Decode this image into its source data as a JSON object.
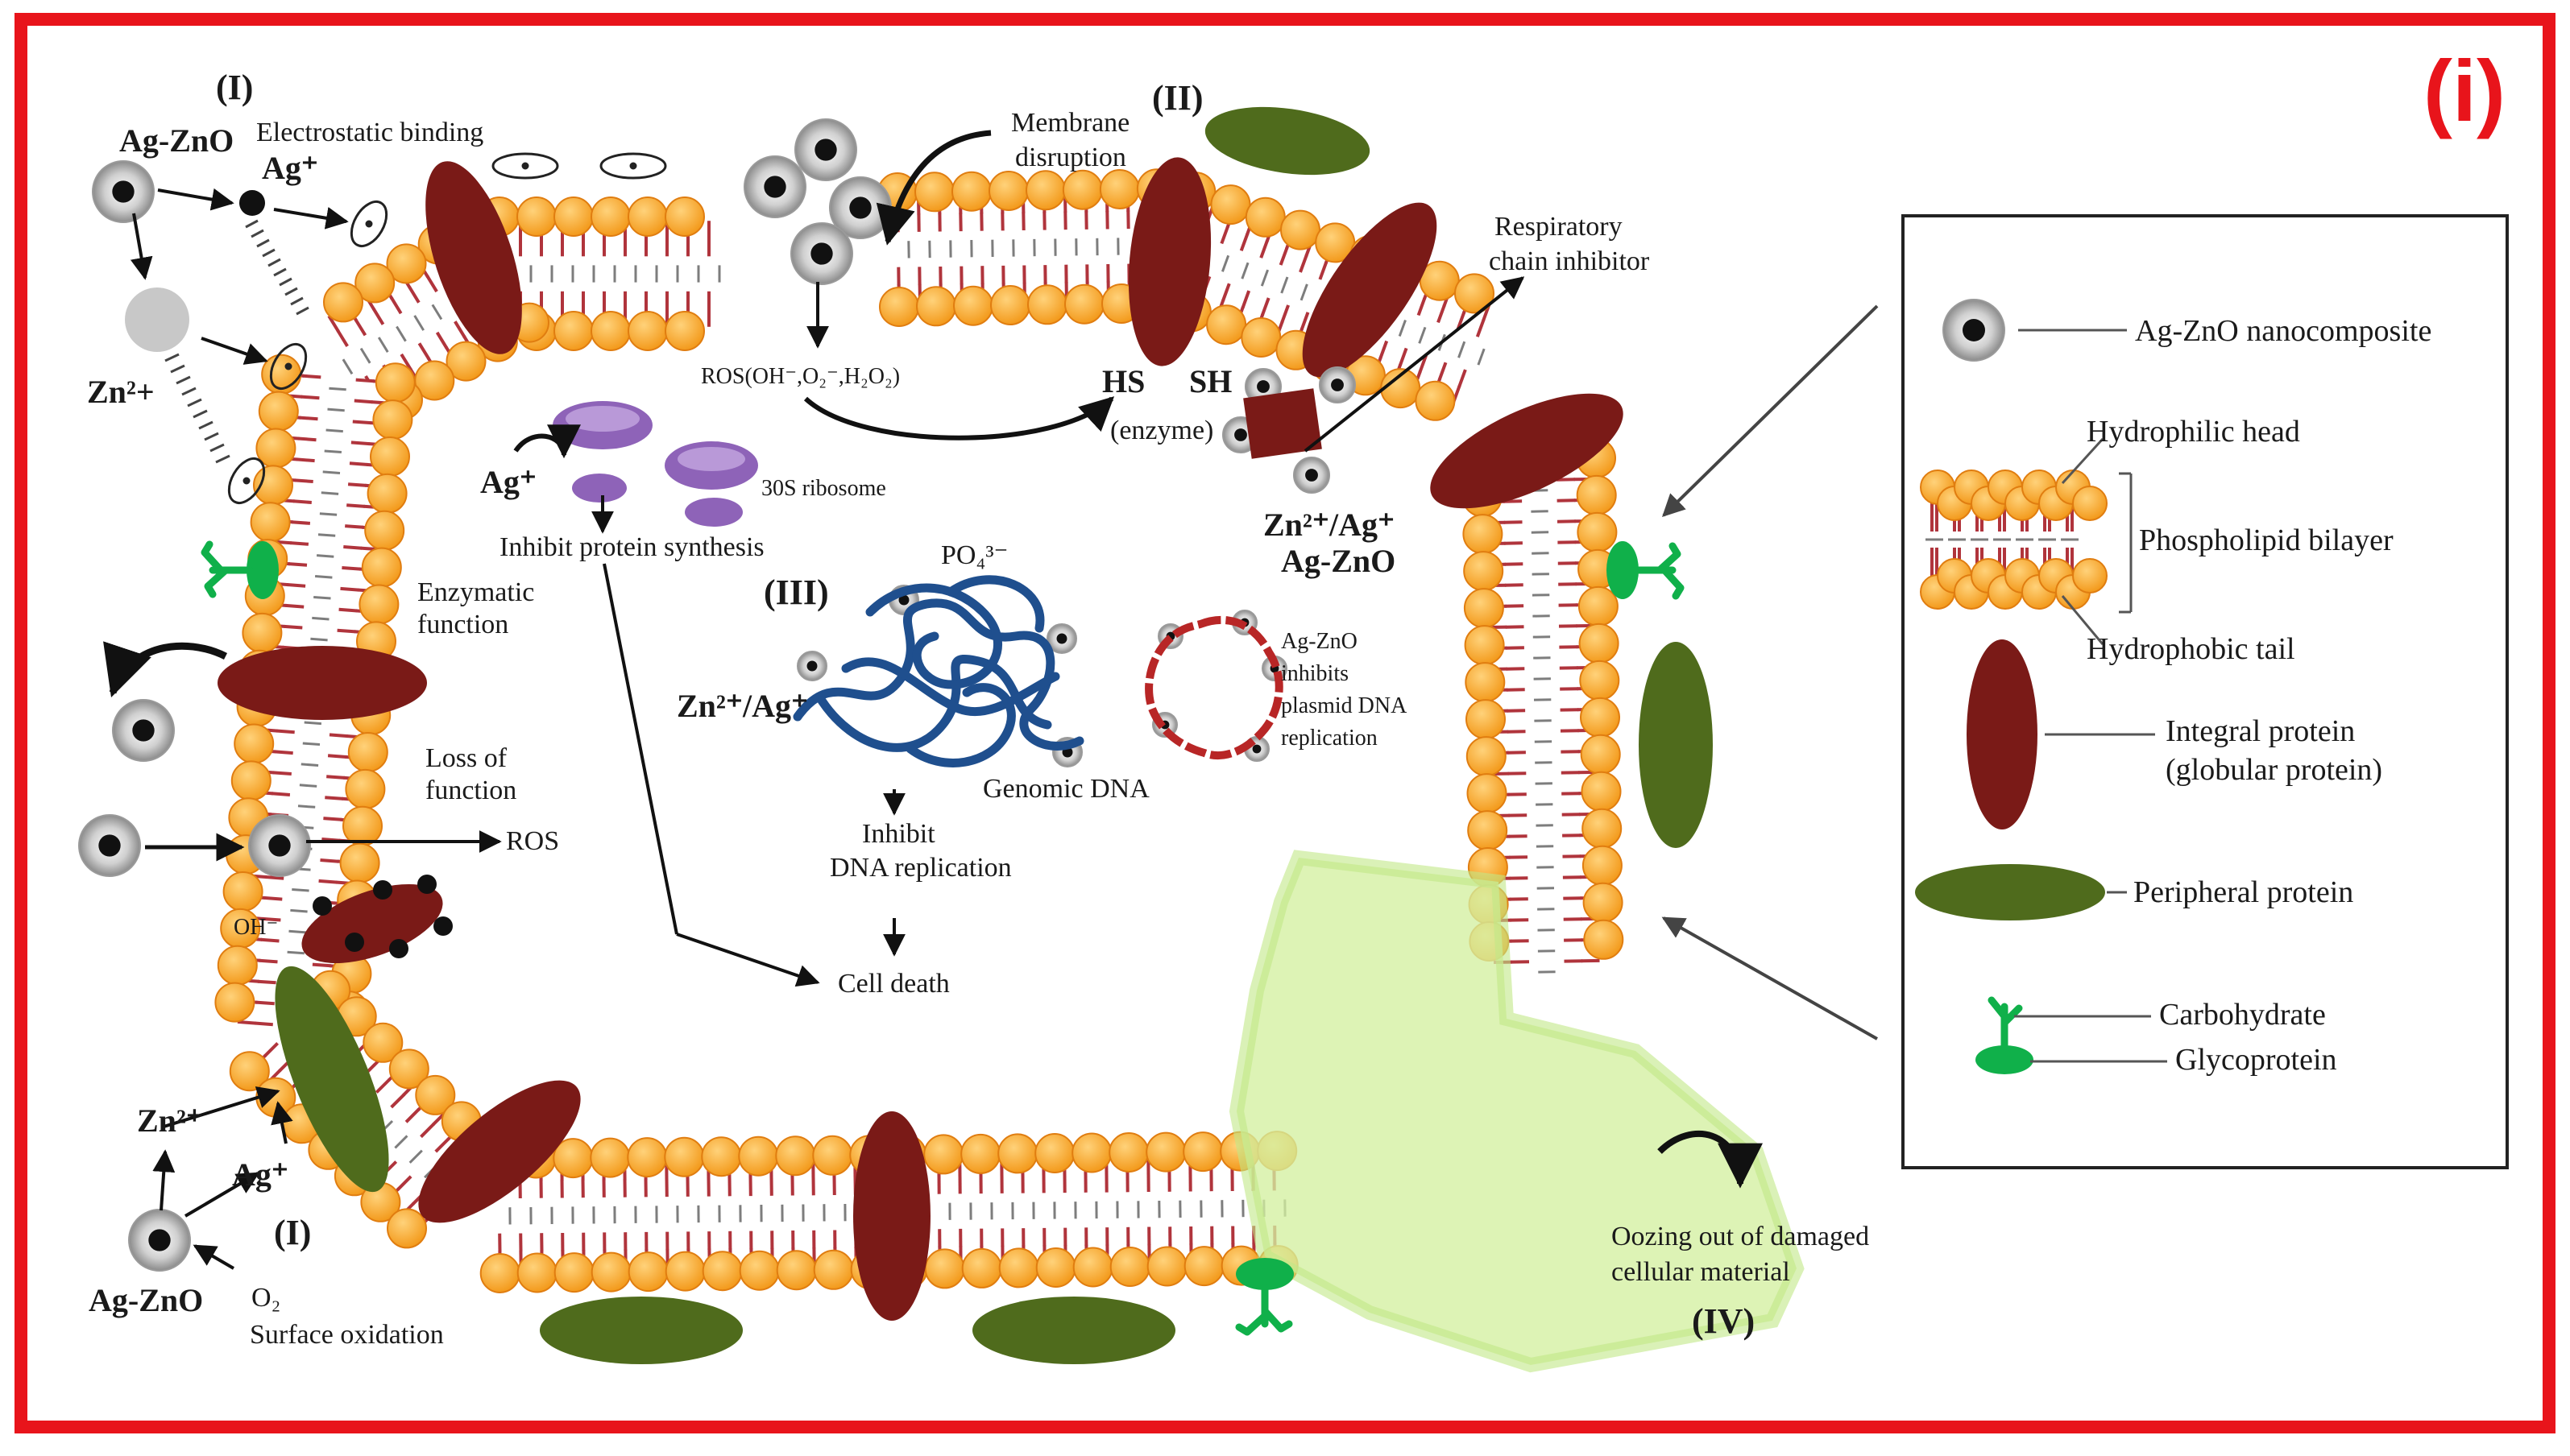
{
  "panel_label": "(i)",
  "colors": {
    "frame": "#e8141b",
    "head": "#f8ad2d",
    "head_edge": "#e07d10",
    "tail": "#b0343c",
    "integral": "#7a1a17",
    "peripheral": "#4f6b1c",
    "glyco": "#10b04a",
    "ooze": "#d3f0a0",
    "ribosome": "#8e63b8",
    "dna": "#1f4f8e",
    "plasmid": "#b82626"
  },
  "roman": {
    "r1a": "(I)",
    "r1b": "(I)",
    "r2": "(II)",
    "r3": "(III)",
    "r4": "(IV)"
  },
  "labels": {
    "agzno_top": "Ag-ZnO",
    "electrostatic": "Electrostatic binding",
    "ag_ion": "Ag⁺",
    "zn_ion": "Zn²+",
    "membrane_line1": "Membrane",
    "membrane_line2": "disruption",
    "respiratory_line1": "Respiratory",
    "respiratory_line2": "chain inhibitor",
    "ros_species": "ROS(OH⁻,O₂⁻,H₂O₂)",
    "hs": "HS",
    "sh": "SH",
    "enzyme": "(enzyme)",
    "zn_ag_line1": "Zn²⁺/Ag⁺",
    "zn_ag_line2": "Ag-ZnO",
    "ag_ribo": "Ag⁺",
    "ribosome": "30S ribosome",
    "inhibit_protein": "Inhibit protein synthesis",
    "enzymatic_line1": "Enzymatic",
    "enzymatic_line2": "function",
    "loss_line1": "Loss of",
    "loss_line2": "function",
    "ros": "ROS",
    "oh": "OH⁻",
    "po4": "PO₄³⁻",
    "zn_ag_dna": "Zn²⁺/Ag⁺",
    "genomic": "Genomic DNA",
    "inhibit_dna_line1": "Inhibit",
    "inhibit_dna_line2": "DNA replication",
    "cell_death": "Cell death",
    "plasmid_line1": "Ag-ZnO",
    "plasmid_line2": "inhibits",
    "plasmid_line3": "plasmid DNA",
    "plasmid_line4": "replication",
    "zn_bottom": "Zn²⁺",
    "ag_bottom": "Ag⁺",
    "agzno_bottom": "Ag-ZnO",
    "o2": "O₂",
    "surface_oxidation": "Surface oxidation",
    "oozing_line1": "Oozing out of damaged",
    "oozing_line2": "cellular material"
  },
  "legend": {
    "nanocomposite": "Ag-ZnO nanocomposite",
    "hydrophilic": "Hydrophilic head",
    "bilayer": "Phospholipid bilayer",
    "hydrophobic": "Hydrophobic tail",
    "integral_line1": "Integral protein",
    "integral_line2": "(globular protein)",
    "peripheral": "Peripheral protein",
    "carbohydrate": "Carbohydrate",
    "glycoprotein": "Glycoprotein"
  }
}
